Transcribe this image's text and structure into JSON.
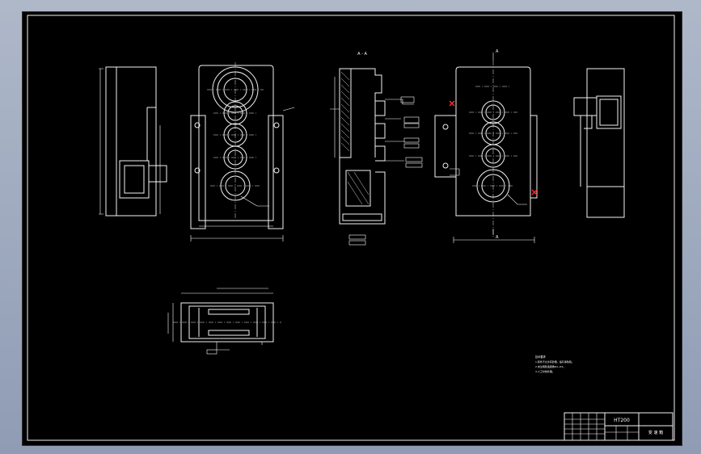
{
  "drawing": {
    "section_label": "A - A",
    "view_marker": "A",
    "notes_title": "技术要求",
    "notes": [
      "1.铸件不允许有砂眼、缩孔等缺陷。",
      "2.未注明铸造圆角R3~R5。",
      "3.人工时效处理。"
    ],
    "title_block": {
      "material": "HT200",
      "part_name": "变 速 箱"
    }
  },
  "colors": {
    "background": "#000000",
    "frame": "#a9b4c6",
    "lines": "#ffffff",
    "marks": "#ff2a2a"
  }
}
